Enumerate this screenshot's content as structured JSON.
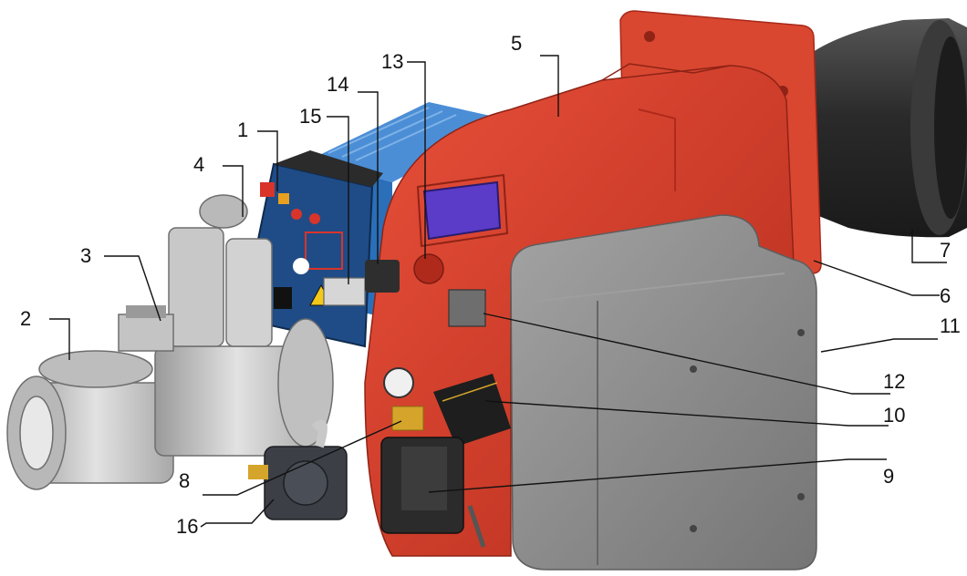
{
  "colors": {
    "housing_red": "#d63a22",
    "housing_red_dark": "#a8281a",
    "flange_red": "#e04a30",
    "cover_gray": "#8c8c8c",
    "cover_gray_dark": "#6e6e6e",
    "blast_tube": "#2f2f2f",
    "valve_gray": "#c8c8c8",
    "panel_blue": "#1f4c86",
    "motor_blue": "#2a6fb8",
    "window_purple": "#5a3cc8",
    "pump_dark": "#3c3f46",
    "servo_dark": "#2b2b2b"
  },
  "callouts": [
    {
      "id": "c1",
      "label": "1"
    },
    {
      "id": "c2",
      "label": "2"
    },
    {
      "id": "c3",
      "label": "3"
    },
    {
      "id": "c4",
      "label": "4"
    },
    {
      "id": "c5",
      "label": "5"
    },
    {
      "id": "c6",
      "label": "6"
    },
    {
      "id": "c7",
      "label": "7"
    },
    {
      "id": "c8",
      "label": "8"
    },
    {
      "id": "c9",
      "label": "9"
    },
    {
      "id": "c10",
      "label": "10"
    },
    {
      "id": "c11",
      "label": "11"
    },
    {
      "id": "c12",
      "label": "12"
    },
    {
      "id": "c13",
      "label": "13"
    },
    {
      "id": "c14",
      "label": "14"
    },
    {
      "id": "c15",
      "label": "15"
    },
    {
      "id": "c16",
      "label": "16"
    }
  ]
}
